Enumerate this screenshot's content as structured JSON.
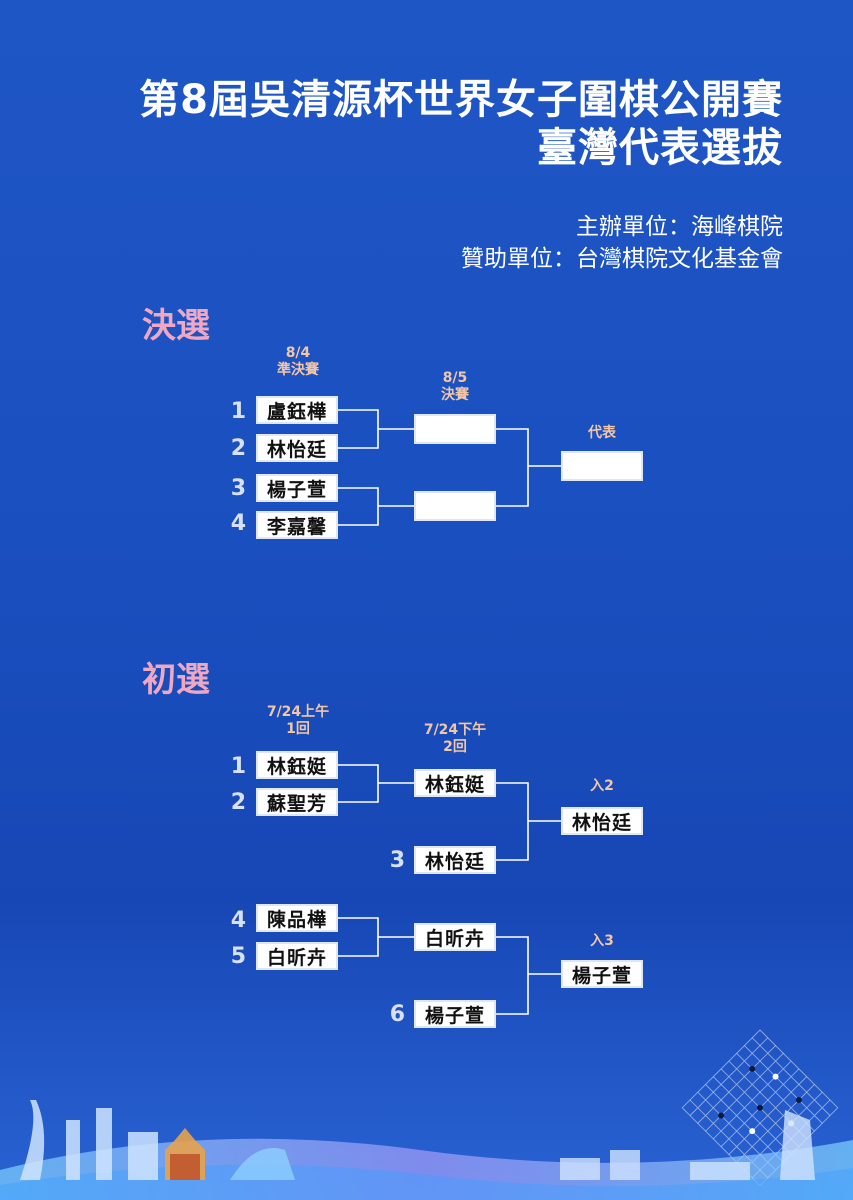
{
  "title": {
    "line1": "第8屆吳清源杯世界女子圍棋公開賽",
    "line2": "臺灣代表選拔"
  },
  "organizers": {
    "host": "主辦單位：海峰棋院",
    "sponsor": "贊助單位：台灣棋院文化基金會"
  },
  "finals": {
    "heading": "決選",
    "round1": {
      "date": "8/4",
      "name": "準決賽"
    },
    "round2": {
      "date": "8/5",
      "name": "決賽"
    },
    "winner_label": "代表",
    "players": [
      {
        "seed": "1",
        "name": "盧鈺樺"
      },
      {
        "seed": "2",
        "name": "林怡廷"
      },
      {
        "seed": "3",
        "name": "楊子萱"
      },
      {
        "seed": "4",
        "name": "李嘉馨"
      }
    ],
    "semi_results": [
      "",
      ""
    ],
    "champion": ""
  },
  "prelims": {
    "heading": "初選",
    "round1": {
      "date": "7/24上午",
      "name": "1回"
    },
    "round2": {
      "date": "7/24下午",
      "name": "2回"
    },
    "bracket_a": {
      "players": [
        {
          "seed": "1",
          "name": "林鈺娗"
        },
        {
          "seed": "2",
          "name": "蘇聖芳"
        }
      ],
      "r1_winner": "林鈺娗",
      "bye": {
        "seed": "3",
        "name": "林怡廷"
      },
      "advance_label": "入2",
      "advance": "林怡廷"
    },
    "bracket_b": {
      "players": [
        {
          "seed": "4",
          "name": "陳品樺"
        },
        {
          "seed": "5",
          "name": "白昕卉"
        }
      ],
      "r1_winner": "白昕卉",
      "bye": {
        "seed": "6",
        "name": "楊子萱"
      },
      "advance_label": "入3",
      "advance": "楊子萱"
    }
  },
  "colors": {
    "background": "#1a4fbf",
    "section_heading": "#f0a7c2",
    "round_label": "#f2c6a6"
  }
}
